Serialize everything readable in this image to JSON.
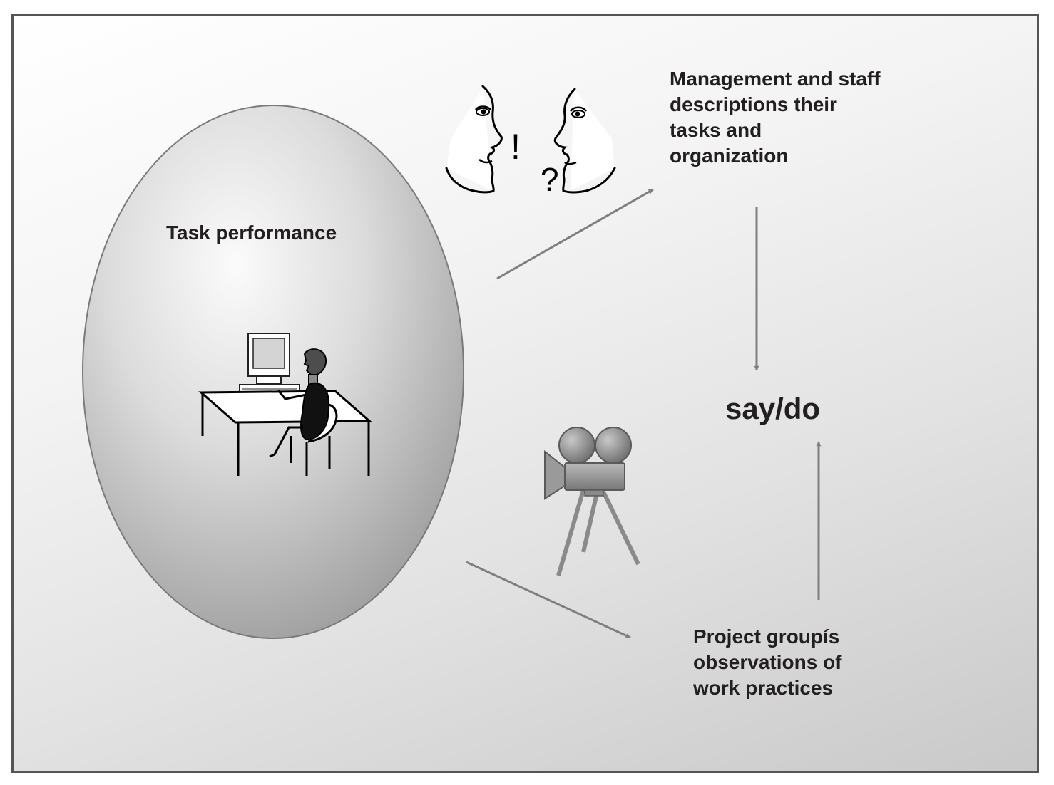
{
  "diagram": {
    "task_label": "Task performance",
    "talk_label_lines": [
      "Management and staff",
      "descriptions their",
      "tasks and",
      "organization"
    ],
    "observe_label_lines": [
      "Project groupís",
      "observations of",
      "work practices"
    ],
    "center_label": "say/do",
    "exclaim_glyph": "!",
    "question_glyph": "?",
    "icons": [
      "two-faces-icon",
      "computer-worker-icon",
      "movie-camera-icon"
    ],
    "colors": {
      "frame": "#555555",
      "arrow": "#7f7f80",
      "ellipse_edge": "#7a7a7a",
      "text": "#231f20"
    }
  }
}
